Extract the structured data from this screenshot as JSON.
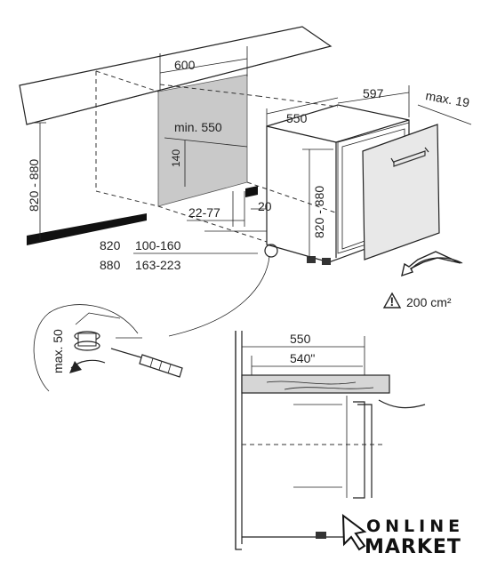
{
  "dimensions": {
    "niche_width": "600",
    "appliance_depth": "597",
    "max_door_offset": "max. 19",
    "depth_550": "550",
    "min_depth": "min. 550",
    "niche_height": "820 - 880",
    "appliance_height": "820 - 880",
    "plinth_140": "140",
    "plinth_range": "22-77",
    "plinth_20": "20",
    "foot_row1_a": "820",
    "foot_row1_b": "100-160",
    "foot_row2_a": "880",
    "foot_row2_b": "163-223",
    "ventilation": "200 cm²",
    "max_adjust": "max. 50",
    "section_550": "550",
    "section_540": "540\""
  },
  "logo": {
    "line1": "ONLINE",
    "line2": "MARKET"
  },
  "colors": {
    "line": "#222222",
    "door_fill": "#e8e8e8",
    "niche_fill": "#c9c9c9",
    "countertop_fill": "#d6d6d6"
  }
}
